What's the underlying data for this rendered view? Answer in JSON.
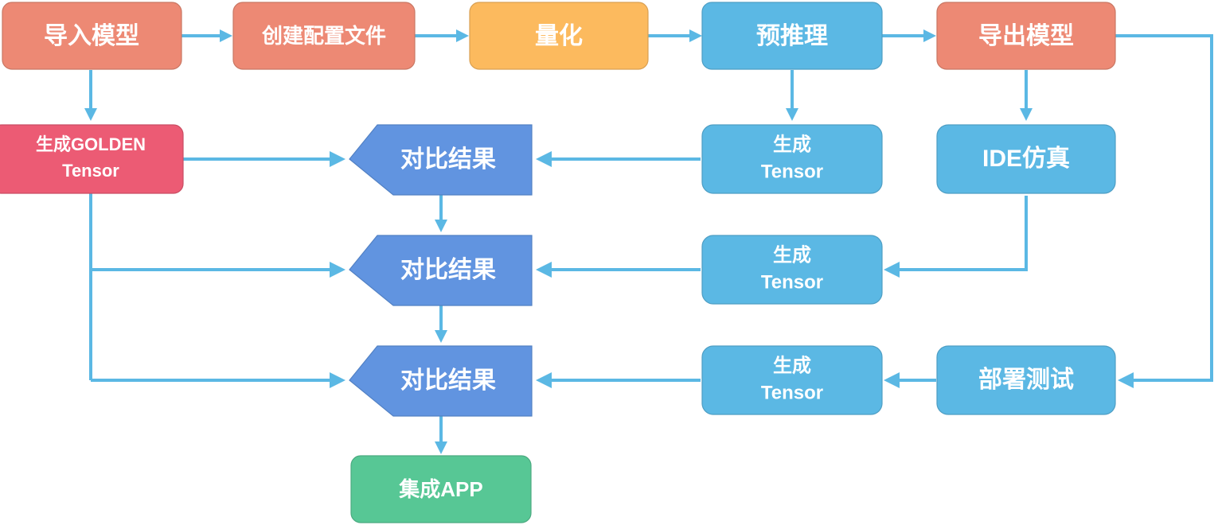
{
  "diagram": {
    "title": "AI Model Deployment Workflow Flowchart",
    "colors": {
      "salmon": "#ED8974",
      "salmon_border": "#C97763",
      "orange": "#FCBA5E",
      "orange_border": "#D9A053",
      "light_blue": "#5BB8E4",
      "light_blue_border": "#4E9EC4",
      "royal_blue": "#6194E0",
      "royal_blue_border": "#5281C4",
      "pink": "#EC5B74",
      "pink_border": "#C94E63",
      "green": "#57C795",
      "green_border": "#4BAA80",
      "connector": "#5BB8E4",
      "text": "#FFFFFF"
    },
    "nodes": [
      {
        "id": "import-model",
        "label": "导入模型",
        "label2": "",
        "shape": "rounded-rect",
        "color": "salmon"
      },
      {
        "id": "create-config",
        "label": "创建配置文件",
        "label2": "",
        "shape": "rounded-rect",
        "color": "salmon"
      },
      {
        "id": "quantize",
        "label": "量化",
        "label2": "",
        "shape": "rounded-rect",
        "color": "orange"
      },
      {
        "id": "pre-inference",
        "label": "预推理",
        "label2": "",
        "shape": "rounded-rect",
        "color": "light_blue"
      },
      {
        "id": "export-model",
        "label": "导出模型",
        "label2": "",
        "shape": "rounded-rect",
        "color": "salmon"
      },
      {
        "id": "gen-golden-tensor",
        "label": "生成GOLDEN",
        "label2": "Tensor",
        "shape": "rounded-rect",
        "color": "pink"
      },
      {
        "id": "compare-1",
        "label": "对比结果",
        "label2": "",
        "shape": "hexagon",
        "color": "royal_blue"
      },
      {
        "id": "gen-tensor-1",
        "label": "生成",
        "label2": "Tensor",
        "shape": "rounded-rect",
        "color": "light_blue"
      },
      {
        "id": "ide-simulation",
        "label": "IDE仿真",
        "label2": "",
        "shape": "rounded-rect",
        "color": "light_blue"
      },
      {
        "id": "compare-2",
        "label": "对比结果",
        "label2": "",
        "shape": "hexagon",
        "color": "royal_blue"
      },
      {
        "id": "gen-tensor-2",
        "label": "生成",
        "label2": "Tensor",
        "shape": "rounded-rect",
        "color": "light_blue"
      },
      {
        "id": "compare-3",
        "label": "对比结果",
        "label2": "",
        "shape": "hexagon",
        "color": "royal_blue"
      },
      {
        "id": "gen-tensor-3",
        "label": "生成",
        "label2": "Tensor",
        "shape": "rounded-rect",
        "color": "light_blue"
      },
      {
        "id": "deploy-test",
        "label": "部署测试",
        "label2": "",
        "shape": "rounded-rect",
        "color": "light_blue"
      },
      {
        "id": "integrate-app",
        "label": "集成APP",
        "label2": "",
        "shape": "rounded-rect",
        "color": "green"
      }
    ],
    "edges": [
      {
        "from": "import-model",
        "to": "create-config"
      },
      {
        "from": "create-config",
        "to": "quantize"
      },
      {
        "from": "quantize",
        "to": "pre-inference"
      },
      {
        "from": "pre-inference",
        "to": "export-model"
      },
      {
        "from": "import-model",
        "to": "gen-golden-tensor"
      },
      {
        "from": "gen-golden-tensor",
        "to": "compare-1"
      },
      {
        "from": "gen-golden-tensor",
        "to": "compare-2"
      },
      {
        "from": "gen-golden-tensor",
        "to": "compare-3"
      },
      {
        "from": "pre-inference",
        "to": "gen-tensor-1"
      },
      {
        "from": "gen-tensor-1",
        "to": "compare-1"
      },
      {
        "from": "export-model",
        "to": "ide-simulation"
      },
      {
        "from": "ide-simulation",
        "to": "gen-tensor-2"
      },
      {
        "from": "gen-tensor-2",
        "to": "compare-2"
      },
      {
        "from": "export-model",
        "to": "deploy-test"
      },
      {
        "from": "deploy-test",
        "to": "gen-tensor-3"
      },
      {
        "from": "gen-tensor-3",
        "to": "compare-3"
      },
      {
        "from": "compare-1",
        "to": "compare-2"
      },
      {
        "from": "compare-2",
        "to": "compare-3"
      },
      {
        "from": "compare-3",
        "to": "integrate-app"
      }
    ]
  }
}
